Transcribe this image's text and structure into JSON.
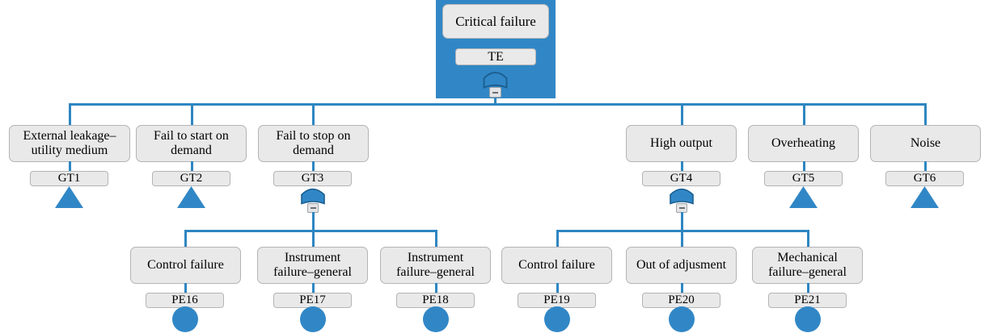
{
  "diagram": {
    "type": "fault-tree",
    "title": "Critical failure fault tree",
    "colors": {
      "accent": "#2E86C1",
      "panel": "#3187C6",
      "node_fill": "#E9E9EA",
      "node_border": "#B4B4B6",
      "text": "#000000"
    }
  },
  "root": {
    "label": "Critical failure",
    "id": "TE",
    "gate": "or-gate",
    "collapse": "minus-button"
  },
  "level1": [
    {
      "label": "External leakage–\nutility medium",
      "id": "GT1",
      "symbol": "triangle",
      "expanded": false
    },
    {
      "label": "Fail to start on\ndemand",
      "id": "GT2",
      "symbol": "triangle",
      "expanded": false
    },
    {
      "label": "Fail to stop on\ndemand",
      "id": "GT3",
      "symbol": "or-gate",
      "expanded": true
    },
    {
      "label": "High output",
      "id": "GT4",
      "symbol": "or-gate",
      "expanded": true
    },
    {
      "label": "Overheating",
      "id": "GT5",
      "symbol": "triangle",
      "expanded": false
    },
    {
      "label": "Noise",
      "id": "GT6",
      "symbol": "triangle",
      "expanded": false
    }
  ],
  "level2": [
    {
      "label": "Control failure",
      "id": "PE16",
      "symbol": "circle",
      "parent": "GT3"
    },
    {
      "label": "Instrument\nfailure–general",
      "id": "PE17",
      "symbol": "circle",
      "parent": "GT3"
    },
    {
      "label": "Instrument\nfailure–general",
      "id": "PE18",
      "symbol": "circle",
      "parent": "GT3"
    },
    {
      "label": "Control failure",
      "id": "PE19",
      "symbol": "circle",
      "parent": "GT4"
    },
    {
      "label": "Out of adjusment",
      "id": "PE20",
      "symbol": "circle",
      "parent": "GT4"
    },
    {
      "label": "Mechanical\nfailure–general",
      "id": "PE21",
      "symbol": "circle",
      "parent": "GT4"
    }
  ]
}
